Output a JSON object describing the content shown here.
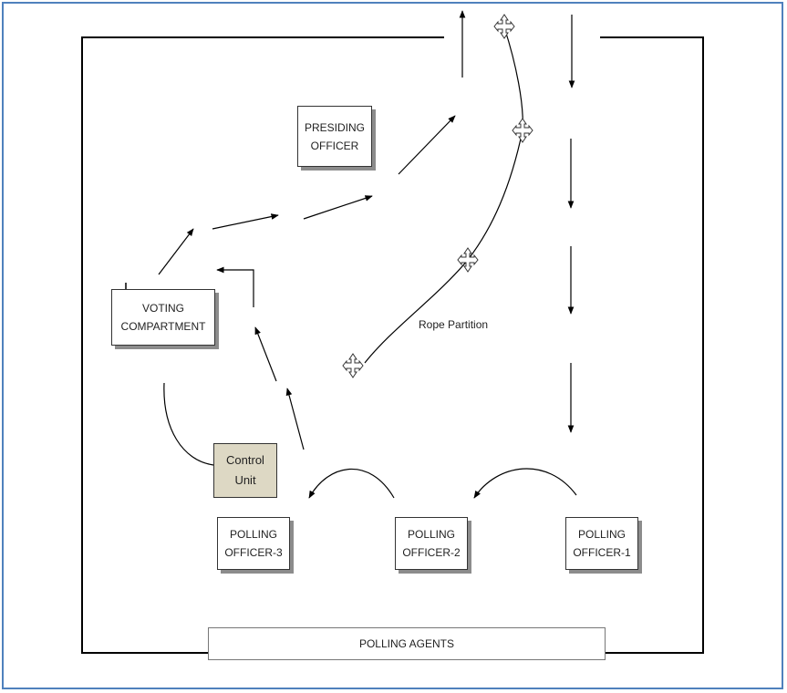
{
  "boxes": {
    "presiding_officer": {
      "line1": "PRESIDING",
      "line2": "OFFICER"
    },
    "voting_compartment": {
      "line1": "VOTING",
      "line2": "COMPARTMENT"
    },
    "control_unit": {
      "line1": "Control",
      "line2": "Unit"
    },
    "polling_officer_1": {
      "line1": "POLLING",
      "line2": "OFFICER-1"
    },
    "polling_officer_2": {
      "line1": "POLLING",
      "line2": "OFFICER-2"
    },
    "polling_officer_3": {
      "line1": "POLLING",
      "line2": "OFFICER-3"
    },
    "polling_agents": {
      "label": "POLLING AGENTS"
    }
  },
  "labels": {
    "rope_partition": "Rope Partition"
  },
  "colors": {
    "frame_border": "#4f81bd",
    "control_unit_fill": "#ddd8c4",
    "box_shadow": "#8c8c8c"
  }
}
